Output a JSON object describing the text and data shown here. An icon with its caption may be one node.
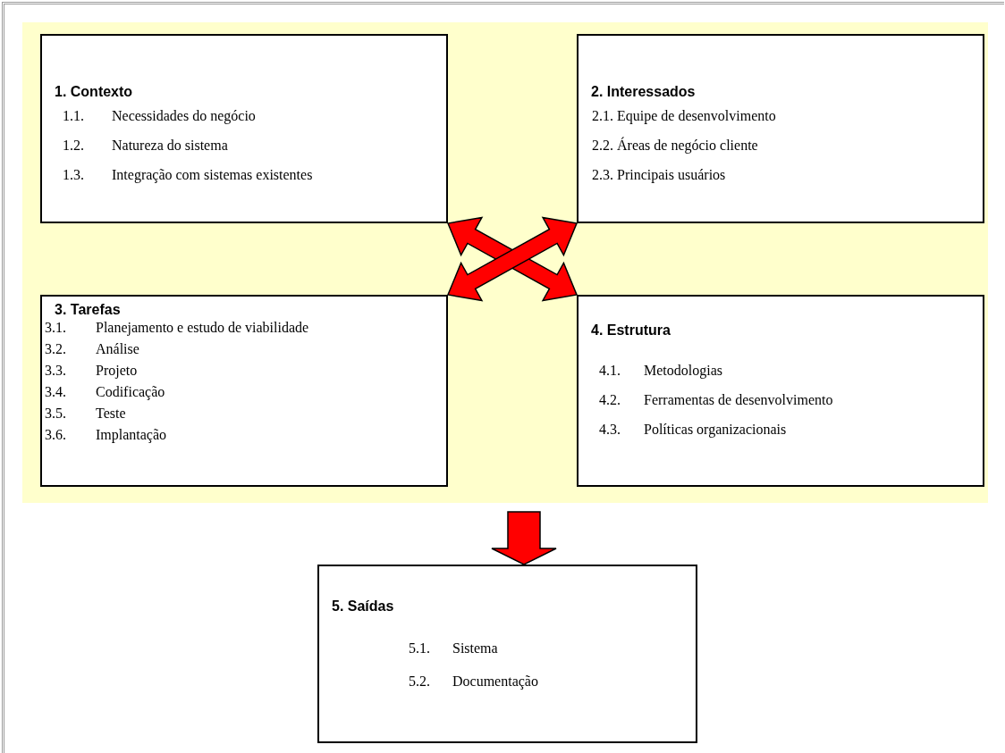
{
  "diagram": {
    "nodes": [
      {
        "text": [],
        "shape": "box"
      },
      {
        "text": [
          "1. Contexto",
          "1.1. Necessidades do negócio",
          "1.2. Natureza do sistema",
          "1.3. Integração com sistemas existentes"
        ],
        "in": 0
      },
      {
        "text": [
          "2. Interessados",
          "2.1. Equipe de desenvolvimento",
          "2.2. Áreas de negócio cliente",
          "2.3. Principais usuários"
        ],
        "in": 0
      },
      {
        "text": [
          "3. Tarefas",
          "3.1. Planejamento e estudo de viabilidade",
          "3.2. Análise",
          "3.3. Projeto",
          "3.4. Codificação",
          "3.5. Teste",
          "3.6. Implantação"
        ],
        "in": 0
      },
      {
        "text": [
          "4. Estrutura",
          "4.1. Metodologias",
          "4.2. Ferramentas de desenvolvimento",
          "4.3. Políticas organizacionais"
        ],
        "in": 0
      },
      {
        "text": [
          "5. Saídas",
          "5.1. Sistema",
          "5.2. Documentação"
        ]
      }
    ],
    "edges": [
      {
        "from": 1,
        "to": 4,
        "arrow": "both"
      },
      {
        "from": 2,
        "to": 3,
        "arrow": "both"
      },
      {
        "from": 0,
        "to": 5,
        "arrow": "to"
      }
    ]
  }
}
